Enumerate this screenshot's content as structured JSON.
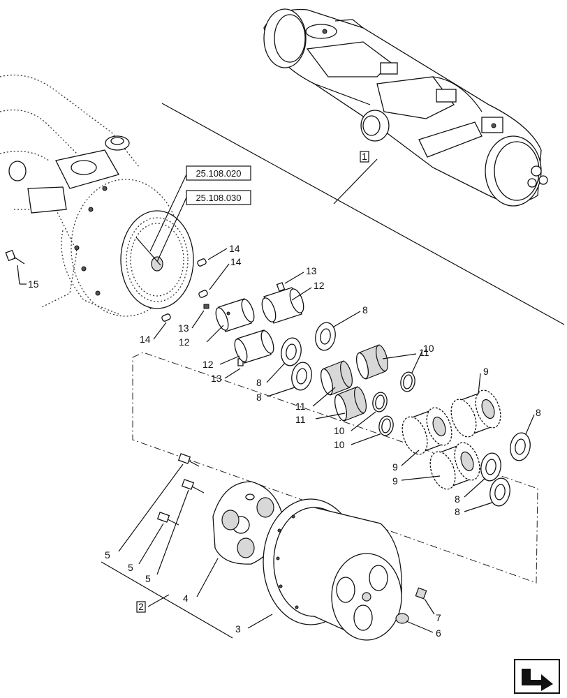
{
  "references": {
    "ref_1": "25.108.020",
    "ref_2": "25.108.030"
  },
  "callouts": {
    "group_1": "1",
    "group_2": "2",
    "p15": "15",
    "p14a": "14",
    "p14b": "14",
    "p14c": "14",
    "p13a": "13",
    "p13b": "13",
    "p13c": "13",
    "p12a": "12",
    "p12b": "12",
    "p12c": "12",
    "p11a": "11",
    "p11b": "11",
    "p11c": "11",
    "p10a": "10",
    "p10b": "10",
    "p10c": "10",
    "p9a": "9",
    "p9b": "9",
    "p9c": "9",
    "p8a": "8",
    "p8b": "8",
    "p8c": "8",
    "p8d": "8",
    "p8e": "8",
    "p8f": "8",
    "p7": "7",
    "p6": "6",
    "p5a": "5",
    "p5b": "5",
    "p5c": "5",
    "p4": "4",
    "p3": "3"
  },
  "icons": {
    "nav": "next-page-arrow-icon"
  }
}
